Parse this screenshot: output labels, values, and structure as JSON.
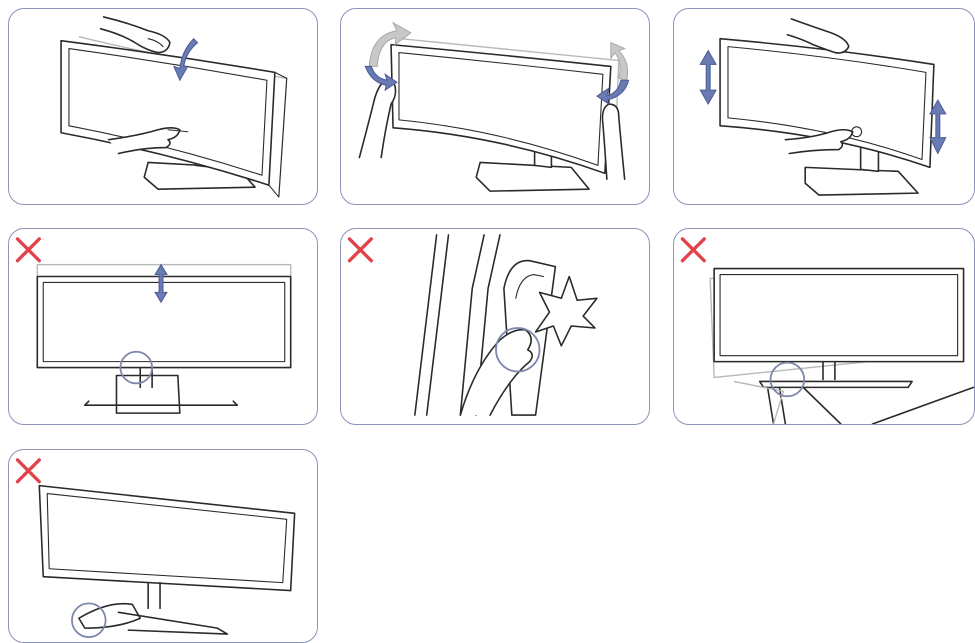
{
  "colors": {
    "panel_border": "#8b93b8",
    "prohibited_mark": "#e2424a",
    "direction_arrow": "#6a7ab3",
    "rotation_arrow": "#c8c8c8",
    "highlight_circle": "#7d86ad"
  },
  "panels": [
    {
      "id": "tilt-forward-back",
      "status": "allowed",
      "icons": [
        "hand-icon",
        "curved-arrow-icon"
      ]
    },
    {
      "id": "swivel-left-right",
      "status": "allowed",
      "icons": [
        "hand-icon",
        "rotate-arrow-icon"
      ]
    },
    {
      "id": "height-adjust",
      "status": "allowed",
      "icons": [
        "hand-icon",
        "double-arrow-icon"
      ]
    },
    {
      "id": "lift-pinch-stand",
      "status": "prohibited",
      "icons": [
        "x-mark-icon",
        "double-arrow-icon",
        "highlight-circle-icon"
      ]
    },
    {
      "id": "finger-pinch-hinge",
      "status": "prohibited",
      "icons": [
        "x-mark-icon",
        "impact-star-icon",
        "highlight-circle-icon"
      ]
    },
    {
      "id": "tilt-hit-desk",
      "status": "prohibited",
      "icons": [
        "x-mark-icon",
        "highlight-circle-icon"
      ]
    },
    {
      "id": "stand-lifted-off-desk",
      "status": "prohibited",
      "icons": [
        "x-mark-icon",
        "highlight-circle-icon"
      ]
    }
  ]
}
